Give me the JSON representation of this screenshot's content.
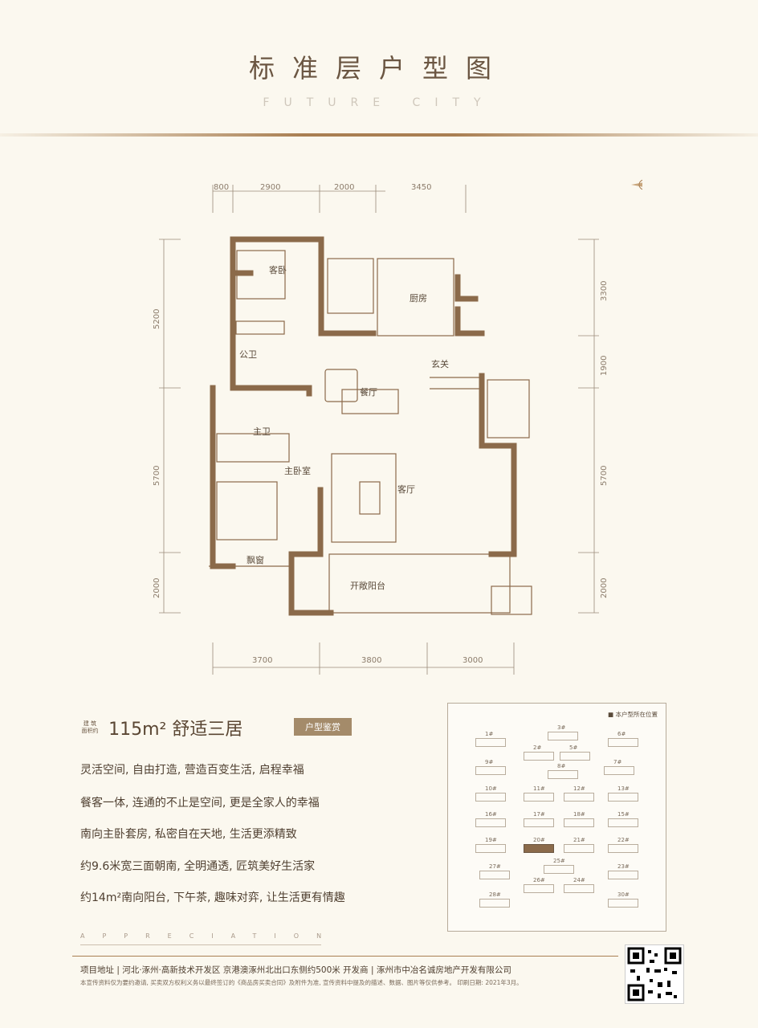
{
  "header": {
    "title": "标准层户型图",
    "subtitle": "FUTURE CITY"
  },
  "plan": {
    "top_dims": [
      "800",
      "2900",
      "2000",
      "3450"
    ],
    "bottom_dims": [
      "3700",
      "3800",
      "3000"
    ],
    "left_dims": [
      "5200",
      "5700",
      "2000"
    ],
    "right_dims": [
      "3300",
      "1900",
      "5700",
      "2000"
    ],
    "rooms": {
      "guest_bedroom": "客卧",
      "kitchen": "厨房",
      "public_bath": "公卫",
      "foyer": "玄关",
      "dining": "餐厅",
      "master_bath": "主卫",
      "living": "客厅",
      "master_bedroom": "主卧室",
      "bay_window": "飘窗",
      "balcony": "开敞阳台"
    }
  },
  "unit": {
    "area_caption": "建 筑 面积约",
    "area_title": "115m² 舒适三居",
    "tag": "户型鉴赏"
  },
  "features": [
    "灵活空间, 自由打造, 营造百变生活, 启程幸福",
    "餐客一体, 连通的不止是空间, 更是全家人的幸福",
    "南向主卧套房, 私密自在天地, 生活更添精致",
    "约9.6米宽三面朝南, 全明通透, 匠筑美好生活家",
    "约14m²南向阳台, 下午茶, 趣味对弈, 让生活更有情趣"
  ],
  "appreciation": "APPRECIATION",
  "footer": {
    "address": "项目地址 | 河北·涿州·高新技术开发区 京港澳涿州北出口东侧约500米   开发商 | 涿州市中冶名诚房地产开发有限公司",
    "disclaimer": "本宣传资料仅为要约邀请, 买卖双方权利义务以最终签订的《商品房买卖合同》及附件为准, 宣传资料中提及的描述、数据、图片等仅供参考。 印刷日期: 2021年3月。"
  },
  "site_map": {
    "legend": "■ 本户型所在位置",
    "buildings": [
      "1#",
      "3#",
      "6#",
      "2#",
      "5#",
      "9#",
      "8#",
      "7#",
      "10#",
      "11#",
      "12#",
      "13#",
      "16#",
      "17#",
      "18#",
      "15#",
      "19#",
      "20#",
      "21#",
      "22#",
      "27#",
      "25#",
      "23#",
      "26#",
      "24#",
      "28#",
      "30#"
    ]
  },
  "colors": {
    "wall": "#8b6a4a",
    "accent": "#a97f52",
    "bg": "#fbf8ef"
  }
}
